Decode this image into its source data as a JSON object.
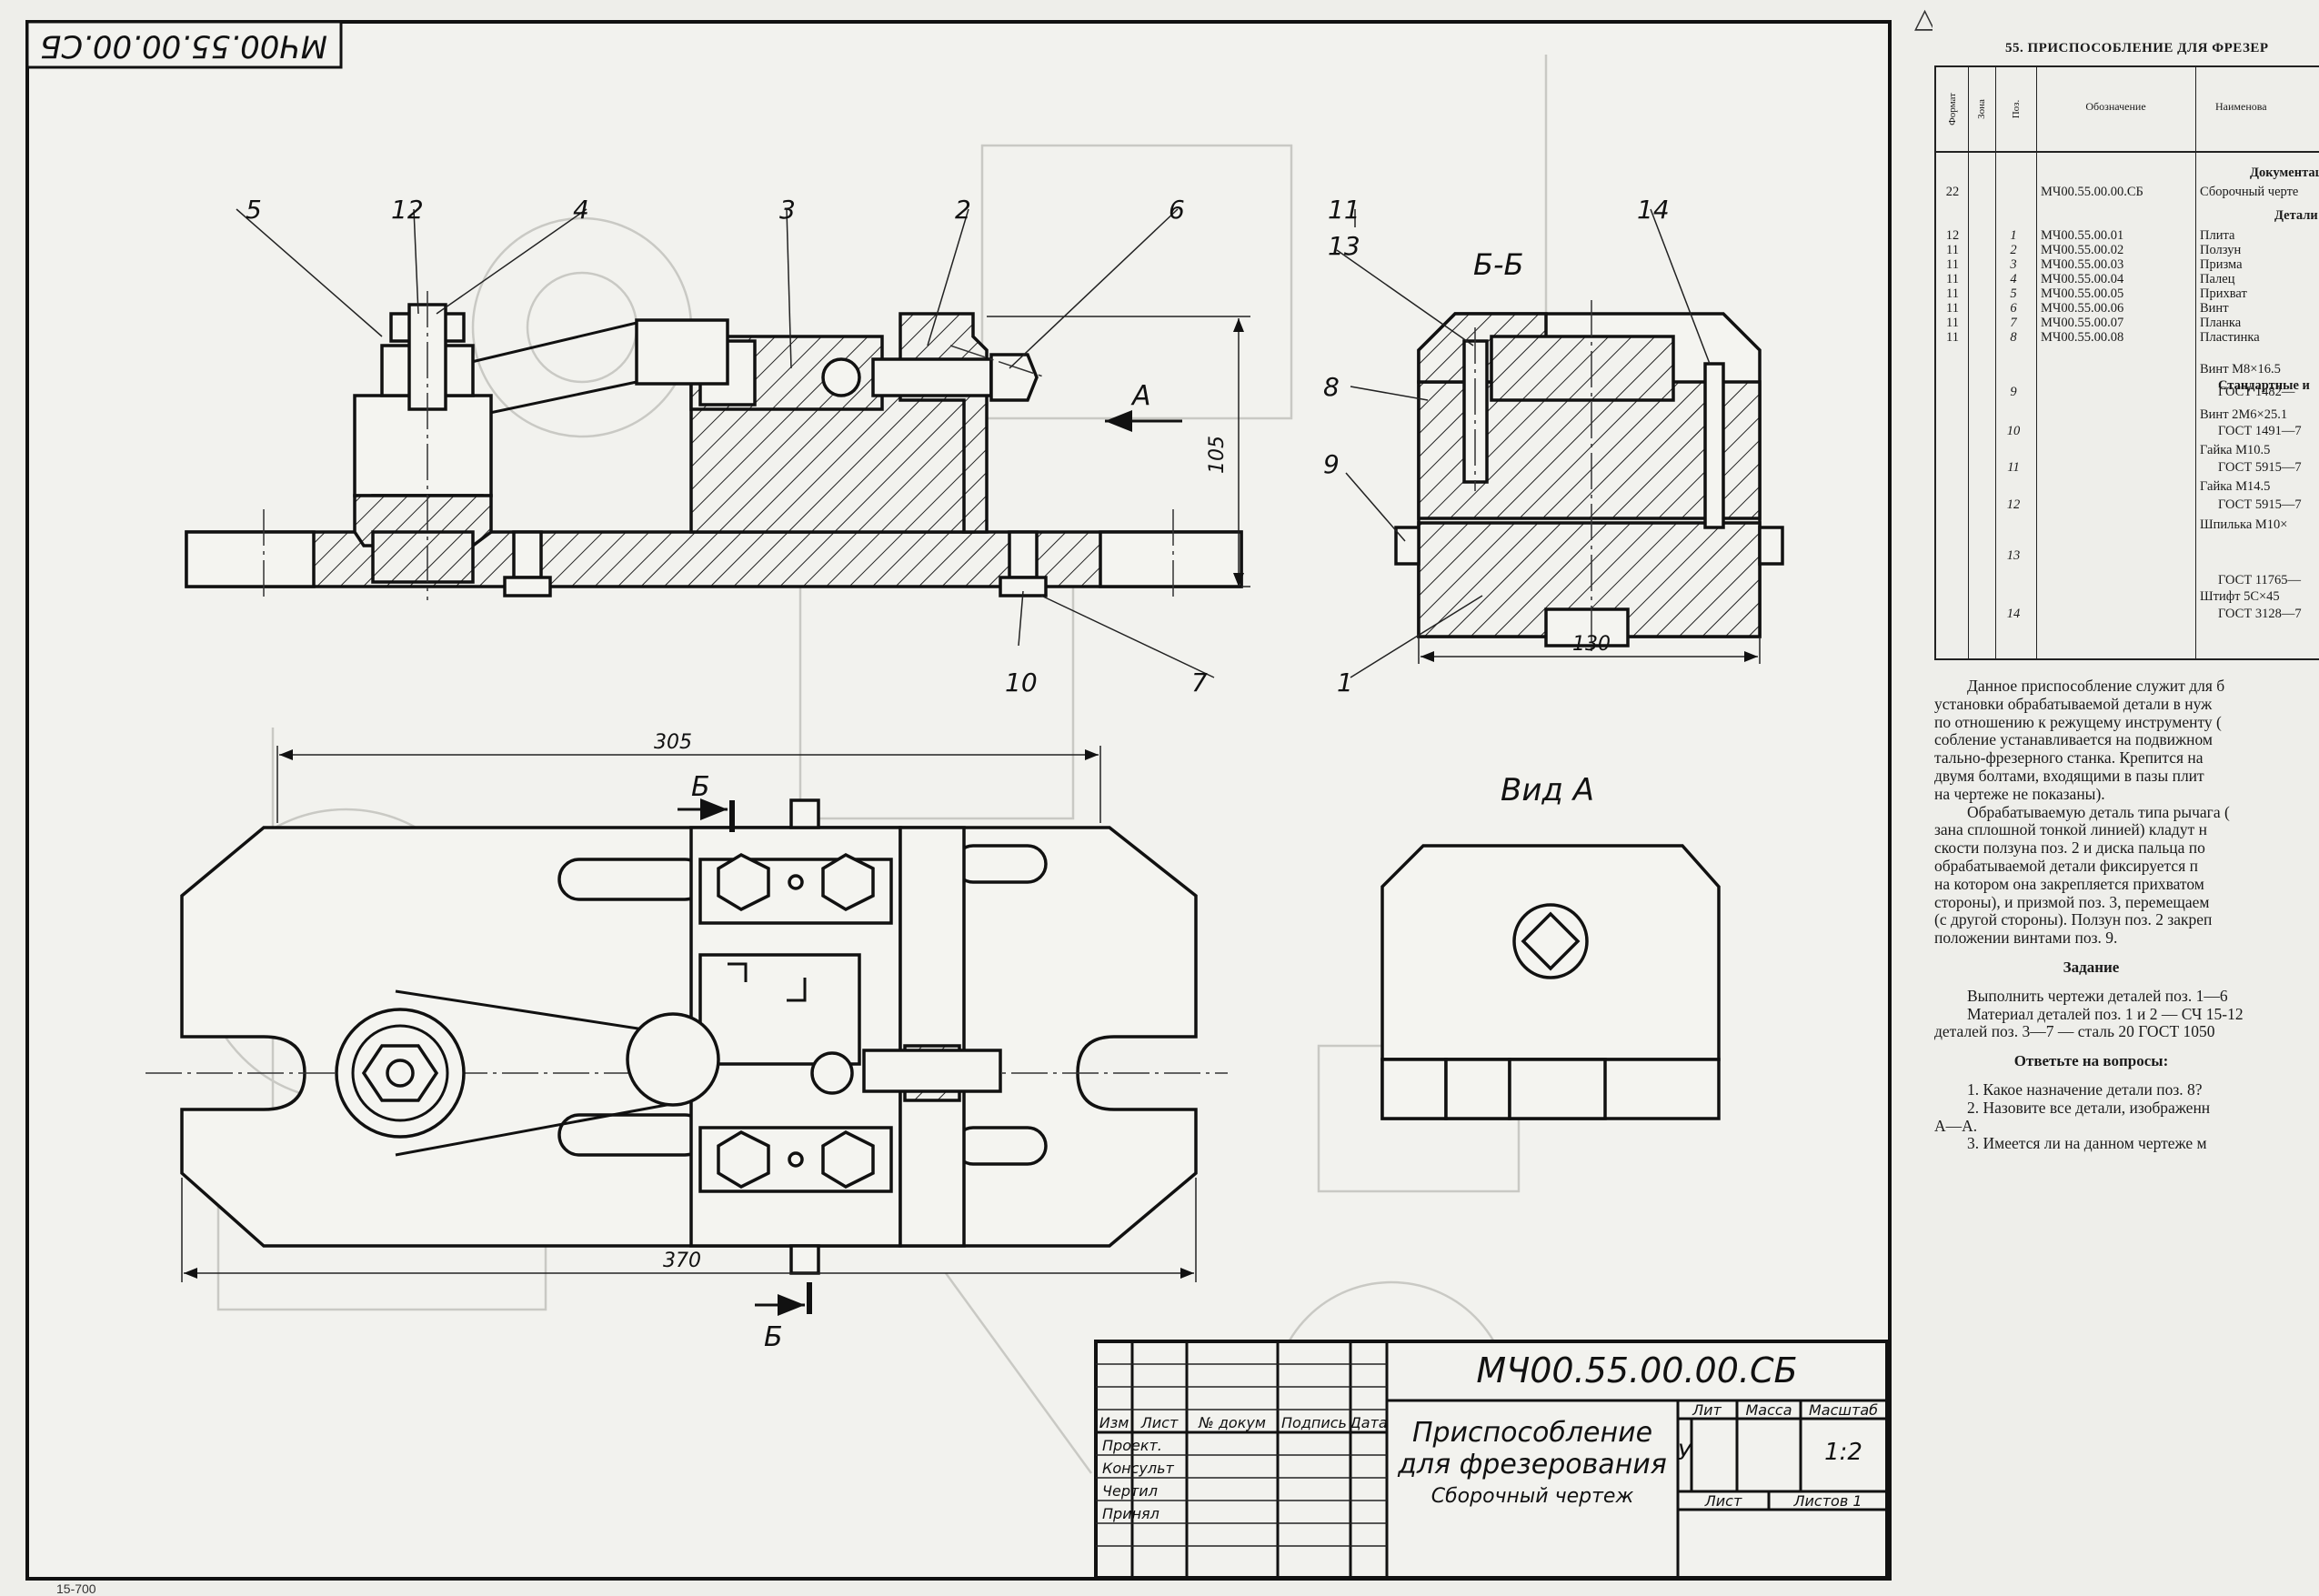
{
  "drawing": {
    "document_code": "МЧ00.55.00.00.СБ",
    "document_code_rotated": "МЧ00.55.00.00.СБ",
    "section_label": "Б-Б",
    "view_label": "Вид А",
    "direction_label": "A",
    "cut_letter_top": "Б",
    "cut_letter_bottom": "Б",
    "callouts": {
      "c1": "1",
      "c2": "2",
      "c3": "3",
      "c4": "4",
      "c5": "5",
      "c6": "6",
      "c7": "7",
      "c8": "8",
      "c9": "9",
      "c10": "10",
      "c11": "11",
      "c12": "12",
      "c13": "13",
      "c14": "14"
    },
    "dimensions": {
      "height": "105",
      "width_section": "130",
      "length_inner": "305",
      "length_total": "370"
    }
  },
  "title_block": {
    "code": "МЧ00.55.00.00.СБ",
    "name_line1": "Приспособление",
    "name_line2": "для фрезерования",
    "name_line3": "Сборочный чертеж",
    "col_headers": [
      "Изм",
      "Лист",
      "№ докум",
      "Подпись",
      "Дата"
    ],
    "roles": [
      "Проект.",
      "Консульт",
      "Чертил",
      "Принял"
    ],
    "lit_label": "Лит",
    "mass_label": "Масса",
    "scale_label": "Масштаб",
    "lit_value": "У",
    "scale_value": "1:2",
    "sheet_label": "Лист",
    "sheets_label": "Листов 1"
  },
  "page": {
    "footer_note": "15-700",
    "corner_symbol": "△"
  },
  "panel": {
    "title": "55. ПРИСПОСОБЛЕНИЕ ДЛЯ ФРЕЗЕР",
    "spec_headers": {
      "format": "Формат",
      "zone": "Зона",
      "pos": "Поз.",
      "designation": "Обозначение",
      "name": "Наименова"
    },
    "section_documents": "Документац",
    "section_parts": "Детали",
    "section_standard": "Стандартные и",
    "doc_row": {
      "format": "22",
      "designation": "МЧ00.55.00.00.СБ",
      "name": "Сборочный черте"
    },
    "parts": [
      {
        "format": "12",
        "pos": "1",
        "designation": "МЧ00.55.00.01",
        "name": "Плита"
      },
      {
        "format": "11",
        "pos": "2",
        "designation": "МЧ00.55.00.02",
        "name": "Ползун"
      },
      {
        "format": "11",
        "pos": "3",
        "designation": "МЧ00.55.00.03",
        "name": "Призма"
      },
      {
        "format": "11",
        "pos": "4",
        "designation": "МЧ00.55.00.04",
        "name": "Палец"
      },
      {
        "format": "11",
        "pos": "5",
        "designation": "МЧ00.55.00.05",
        "name": "Прихват"
      },
      {
        "format": "11",
        "pos": "6",
        "designation": "МЧ00.55.00.06",
        "name": "Винт"
      },
      {
        "format": "11",
        "pos": "7",
        "designation": "МЧ00.55.00.07",
        "name": "Планка"
      },
      {
        "format": "11",
        "pos": "8",
        "designation": "МЧ00.55.00.08",
        "name": "Пластинка"
      }
    ],
    "standard_lines": [
      {
        "pos": "",
        "text": "Винт  М8×16.5"
      },
      {
        "pos": "9",
        "text": "ГОСТ 1482—"
      },
      {
        "pos": "",
        "text": "Винт  2М6×25.1"
      },
      {
        "pos": "10",
        "text": "ГОСТ 1491—7"
      },
      {
        "pos": "",
        "text": "Гайка  М10.5"
      },
      {
        "pos": "11",
        "text": "ГОСТ 5915—7"
      },
      {
        "pos": "",
        "text": "Гайка  М14.5"
      },
      {
        "pos": "12",
        "text": "ГОСТ 5915—7"
      },
      {
        "pos": "",
        "text": "Шпилька М10×"
      },
      {
        "pos": "13",
        "text": ""
      },
      {
        "pos": "",
        "text": "ГОСТ 11765—"
      },
      {
        "pos": "",
        "text": "Штифт  5С×45"
      },
      {
        "pos": "14",
        "text": "ГОСТ 3128—7"
      }
    ],
    "description": [
      "Данное приспособление служит для б",
      "установки обрабатываемой детали в нуж",
      "по отношению к режущему инструменту (",
      "собление устанавливается на подвижном",
      "тально-фрезерного станка. Крепится на",
      "двумя болтами, входящими в пазы плит",
      "на чертеже не показаны).",
      "Обрабатываемую деталь типа рычага (",
      "зана сплошной тонкой линией) кладут н",
      "скости ползуна поз. 2 и диска пальца по",
      "обрабатываемой детали фиксируется п",
      "на котором она закрепляется прихватом",
      "стороны), и призмой поз. 3, перемещаем",
      "(с другой стороны). Ползун поз. 2 закреп",
      "положении винтами поз. 9."
    ],
    "task_title": "Задание",
    "task": [
      "Выполнить чертежи деталей поз. 1—6",
      "Материал деталей поз. 1 и 2 — СЧ 15-12",
      "деталей поз. 3—7 — сталь 20 ГОСТ 1050"
    ],
    "questions_title": "Ответьте на вопросы:",
    "questions": [
      "1. Какое назначение детали поз. 8?",
      "2. Назовите все детали, изображенн",
      "А—А.",
      "3. Имеется ли на данном чертеже м"
    ]
  }
}
